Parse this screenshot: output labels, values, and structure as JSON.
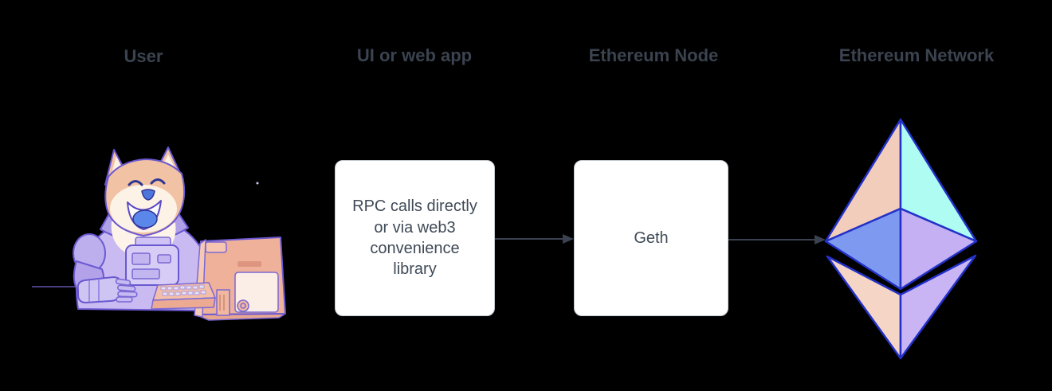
{
  "diagram": {
    "background": "#000000",
    "columns": [
      {
        "id": "user",
        "label": "User"
      },
      {
        "id": "ui-web-app",
        "label": "UI or web app"
      },
      {
        "id": "ethereum-node",
        "label": "Ethereum Node"
      },
      {
        "id": "ethereum-network",
        "label": "Ethereum Network"
      }
    ],
    "nodes": {
      "ui_box": {
        "text": "RPC calls directly\nor via web3\nconvenience\nlibrary"
      },
      "geth_box": {
        "text": "Geth"
      }
    },
    "connections": [
      {
        "from": "ui-web-app",
        "to": "ethereum-node"
      },
      {
        "from": "ethereum-node",
        "to": "ethereum-network"
      }
    ],
    "illustrations": {
      "user": "doge-astronaut-at-retro-computer",
      "ethereum_network": "ethereum-diamond-logo"
    },
    "colors": {
      "label_text": "#3b4350",
      "node_text": "#3f4a57",
      "node_fill": "#ffffff",
      "node_border": "#c3c8ce",
      "arrow": "#3a4150",
      "eth_outline": "#2331c8",
      "eth_peach": "#f2cdbb",
      "eth_cyan": "#aefcf2",
      "eth_blue": "#7d9af0",
      "eth_lavender": "#c4b0f2",
      "eth_peach_light": "#f5d5c5",
      "eth_lavender_light": "#c9b5f4",
      "doge_fur": "#f2c2a4",
      "doge_cream": "#fdf2e6",
      "doge_suit": "#c9bbf2",
      "doge_tongue": "#5b87ea",
      "computer_salmon": "#f0b19b",
      "computer_panel": "#fbeee6"
    }
  }
}
